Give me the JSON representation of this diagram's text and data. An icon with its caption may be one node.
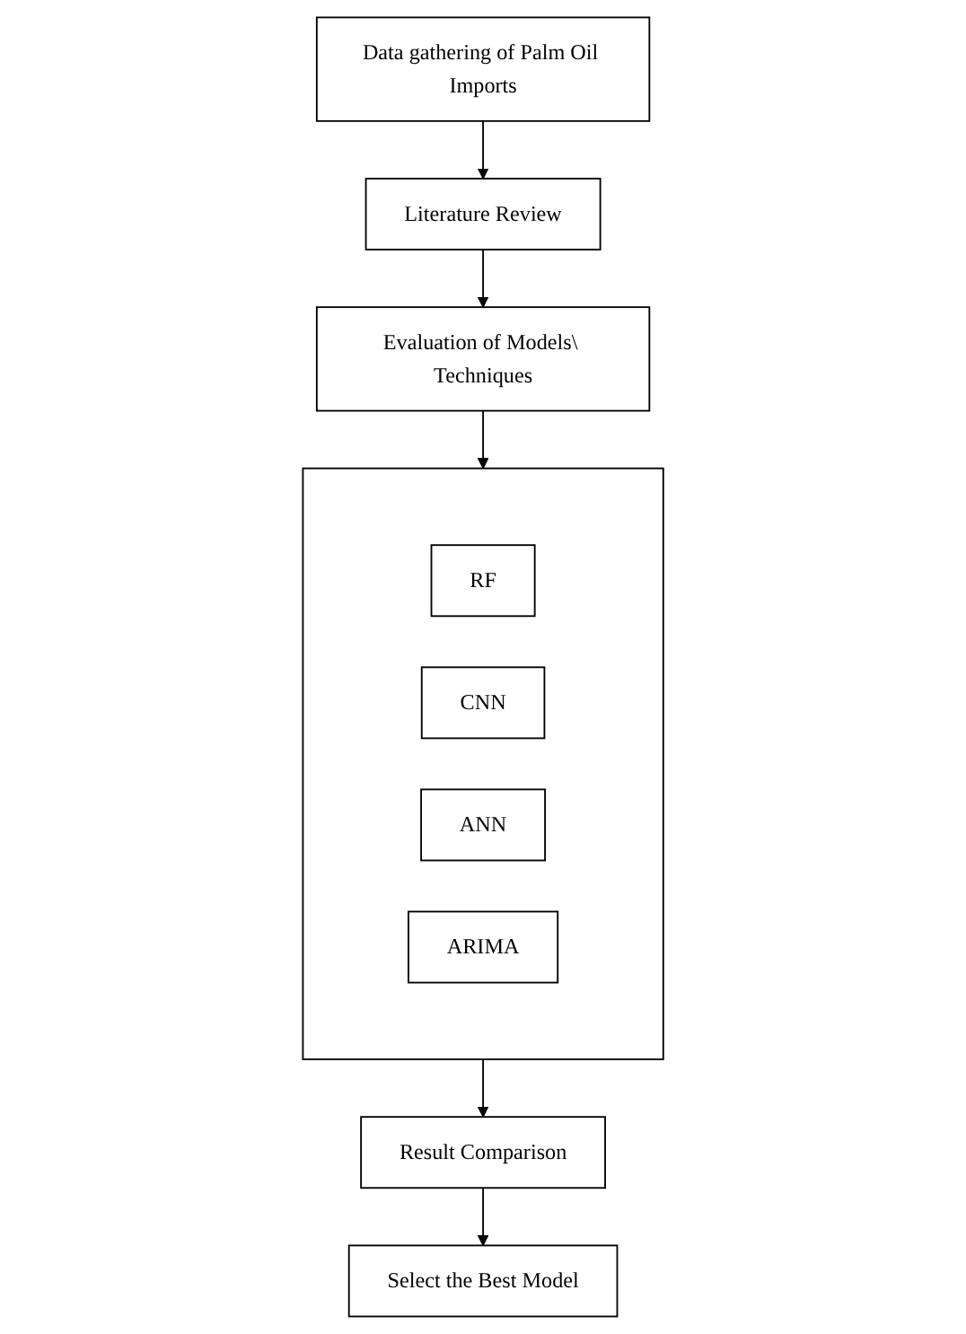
{
  "diagram": {
    "nodes": [
      {
        "text": [
          "Data gathering of Palm Oil Imports"
        ]
      },
      {
        "text": [
          "Literature Review"
        ]
      },
      {
        "text": [
          "Evaluation of Models\\ Techniques"
        ]
      },
      {
        "text": [],
        "shape": "box"
      },
      {
        "text": [
          "RF"
        ],
        "in": 3
      },
      {
        "text": [
          "CNN"
        ],
        "in": 3
      },
      {
        "text": [
          "ANN"
        ],
        "in": 3
      },
      {
        "text": [
          "ARIMA"
        ],
        "in": 3
      },
      {
        "text": [
          "Result Comparison"
        ]
      },
      {
        "text": [
          "Select the Best Model"
        ]
      }
    ],
    "edges": [
      {
        "from": 0,
        "to": 1,
        "arrow": "to"
      },
      {
        "from": 1,
        "to": 2,
        "arrow": "to"
      },
      {
        "from": 2,
        "to": 3,
        "arrow": "to"
      },
      {
        "from": 3,
        "to": 8,
        "arrow": "to"
      },
      {
        "from": 8,
        "to": 9,
        "arrow": "to"
      }
    ]
  }
}
